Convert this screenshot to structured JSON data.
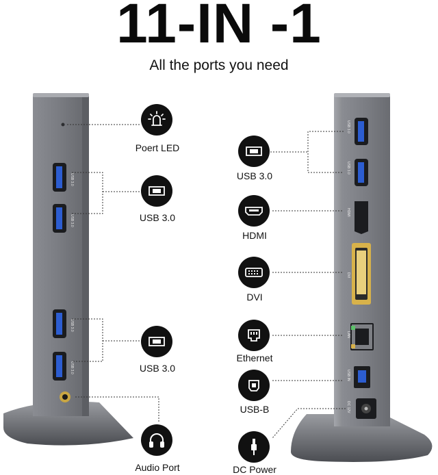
{
  "title": "11-IN -1",
  "subtitle": "All the ports you need",
  "left": {
    "led_label": "Poert LED",
    "usb_top_label": "USB 3.0",
    "usb_bottom_label": "USB 3.0",
    "audio_label": "Audio Port",
    "port_marks": [
      "USB 3.0",
      "USB 3.0",
      "USB 3.0",
      "USB 3.0"
    ]
  },
  "right": {
    "usb_label": "USB 3.0",
    "hdmi_label": "HDMI",
    "dvi_label": "DVI",
    "ethernet_label": "Ethernet",
    "usbb_label": "USB-B",
    "dc_label": "DC Power",
    "port_marks": [
      "USB 3.0",
      "USB 3.0",
      "HDMI",
      "DVI",
      "LAN",
      "USB IN",
      "DC 12V"
    ]
  },
  "icons": [
    "led-icon",
    "usb-icon",
    "usb-icon",
    "headphones-icon",
    "usb-icon",
    "hdmi-icon",
    "dvi-icon",
    "ethernet-icon",
    "usb-b-icon",
    "dc-plug-icon"
  ],
  "colors": {
    "device": "#7b7d83",
    "device_dark": "#5a5c61",
    "usb_blue": "#2c5dd1",
    "dvi_gold": "#d8b24a",
    "badge": "#111111"
  }
}
